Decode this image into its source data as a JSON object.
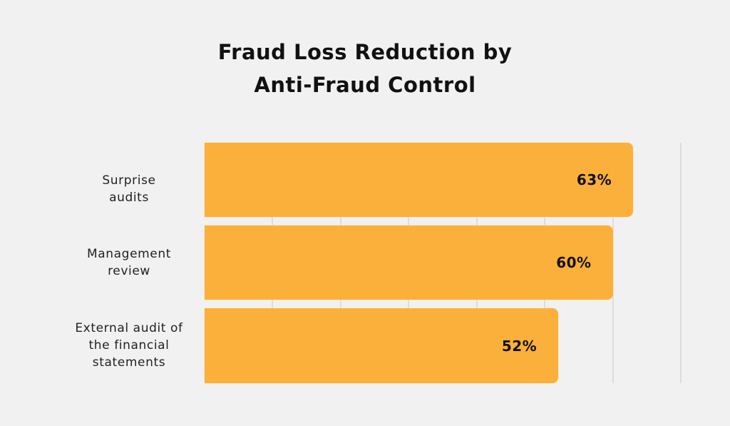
{
  "chart_data": {
    "type": "bar",
    "orientation": "horizontal",
    "title": "Fraud Loss Reduction by Anti-Fraud Control",
    "title_lines": [
      "Fraud Loss Reduction by",
      "Anti-Fraud Control"
    ],
    "categories": [
      "Surprise audits",
      "Management review",
      "External audit of the financial statements"
    ],
    "category_lines": [
      [
        "Surprise",
        "audits"
      ],
      [
        "Management",
        "review"
      ],
      [
        "External audit of",
        "the financial",
        "statements"
      ]
    ],
    "values": [
      63,
      60,
      52
    ],
    "value_labels": [
      "63%",
      "60%",
      "52%"
    ],
    "xlabel": "",
    "ylabel": "",
    "xlim": [
      0,
      70
    ],
    "grid": true,
    "grid_step": 10,
    "legend": null,
    "bar_color": "#fbb03b",
    "background": "#f1f1f1"
  }
}
